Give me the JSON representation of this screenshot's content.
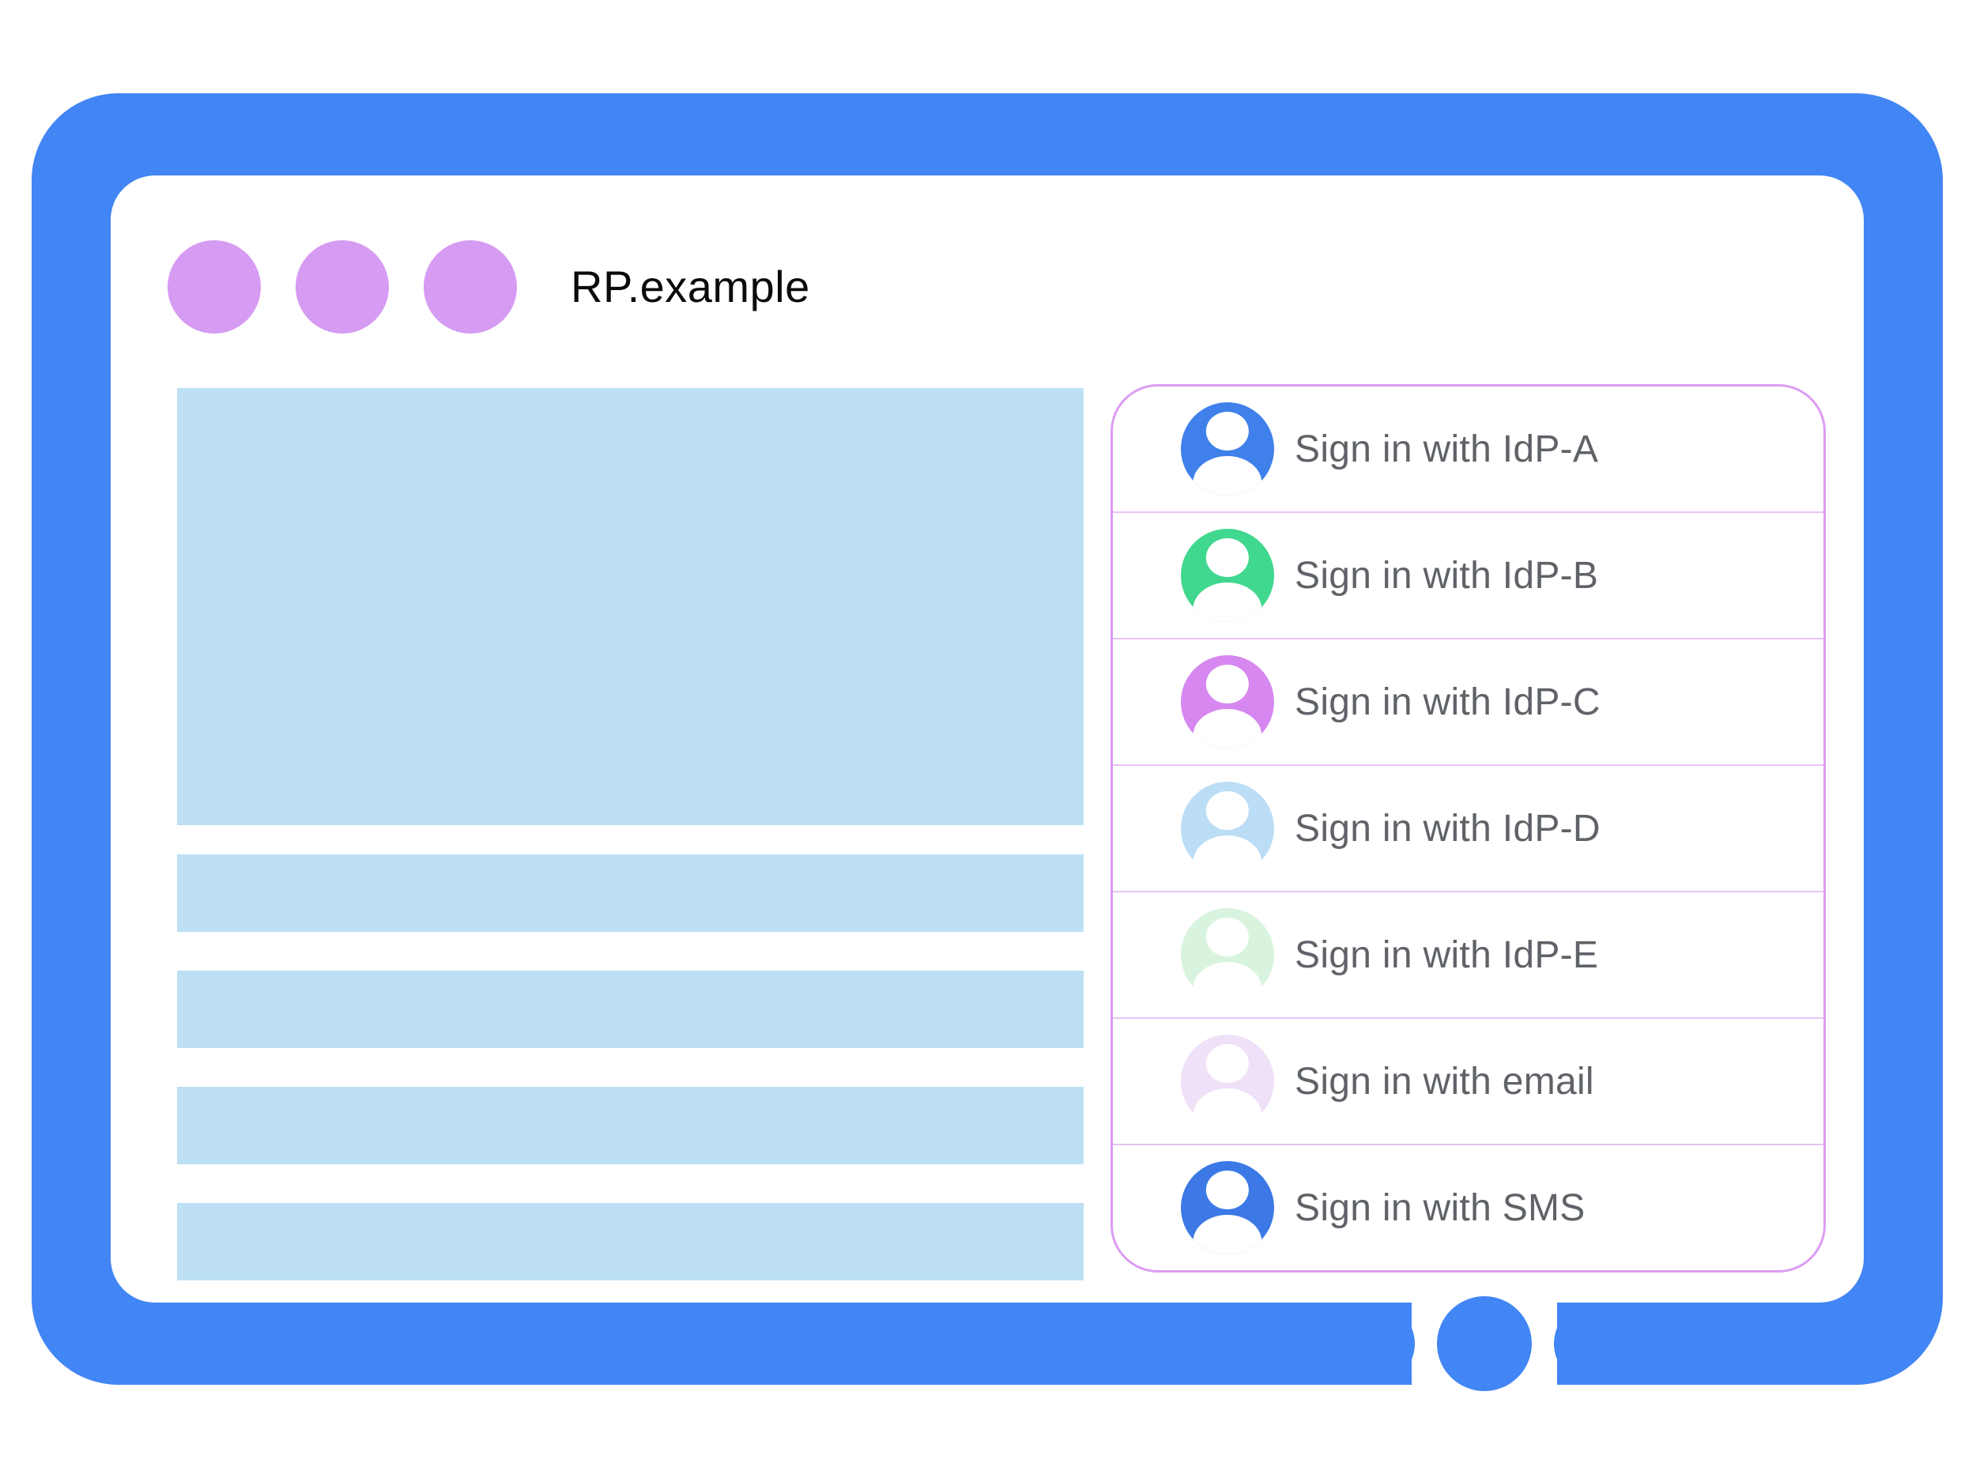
{
  "frame": {
    "color": "#4285F4",
    "home_button_color": "#4285F4"
  },
  "browser": {
    "title": "RP.example",
    "dot_color": "#D69BF2"
  },
  "content": {
    "placeholder_color": "#BDE0F5"
  },
  "signin_panel": {
    "border_color": "#DB9CF2",
    "divider_color": "#E9C2F4",
    "label_color": "#5F6368",
    "items": [
      {
        "label": "Sign in with IdP-A",
        "avatar_color": "#3F80EA"
      },
      {
        "label": "Sign in with IdP-B",
        "avatar_color": "#40D78F"
      },
      {
        "label": "Sign in with IdP-C",
        "avatar_color": "#D687F0"
      },
      {
        "label": "Sign in with IdP-D",
        "avatar_color": "#BBDDF6"
      },
      {
        "label": "Sign in with IdP-E",
        "avatar_color": "#D9F4DE"
      },
      {
        "label": "Sign in with email",
        "avatar_color": "#EFE1F8"
      },
      {
        "label": "Sign in with SMS",
        "avatar_color": "#3C79E6"
      }
    ]
  }
}
